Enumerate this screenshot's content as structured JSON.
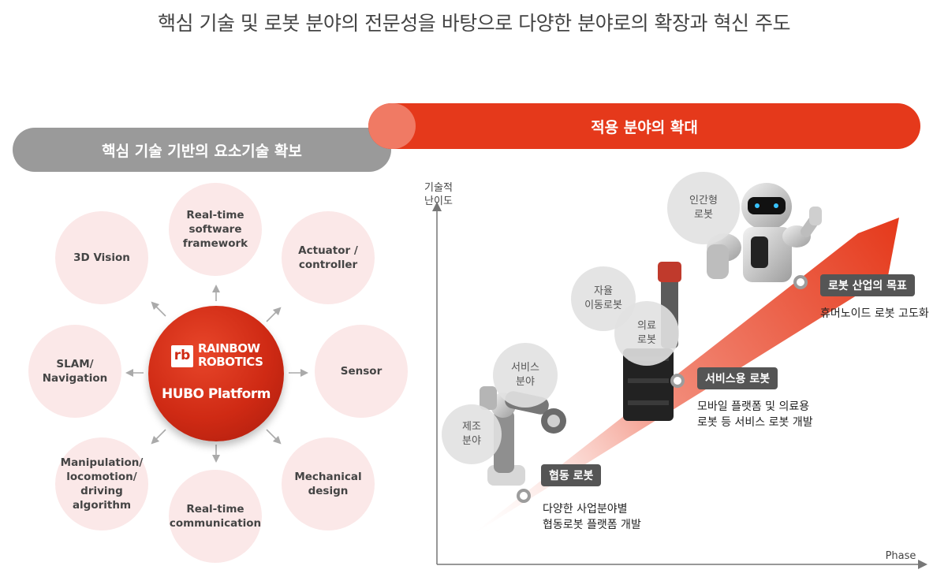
{
  "title": "핵심 기술 및 로봇 분야의 전문성을 바탕으로 다양한 분야로의 확장과 혁신 주도",
  "left_section": {
    "heading": "핵심 기술 기반의 요소기술 확보",
    "hub": {
      "logo_mark": "rb",
      "brand_line1": "RAINBOW",
      "brand_line2": "ROBOTICS",
      "platform": "HUBO Platform"
    },
    "technologies": [
      "3D Vision",
      "Real-time\nsoftware\nframework",
      "Actuator /\ncontroller",
      "SLAM/\nNavigation",
      "Sensor",
      "Manipulation/\nlocomotion/\ndriving\nalgorithm",
      "Real-time\ncommunication",
      "Mechanical\ndesign"
    ]
  },
  "right_section": {
    "heading": "적용 분야의 확대",
    "y_axis_label": "기술적\n난이도",
    "x_axis_label": "Phase",
    "application_fields": [
      "제조\n분야",
      "서비스\n분야",
      "자율\n이동로봇",
      "의료\n로봇",
      "인간형\n로봇"
    ],
    "stages": [
      {
        "name": "협동 로봇",
        "desc_line1": "다양한 사업분야별",
        "desc_line2": "협동로봇 플랫폼 개발"
      },
      {
        "name": "서비스용 로봇",
        "desc_line1": "모바일 플랫폼 및 의료용",
        "desc_line2": "로봇 등 서비스 로봇 개발"
      },
      {
        "name": "로봇 산업의 목표",
        "desc_line1": "휴머노이드 로봇 고도화",
        "desc_line2": ""
      }
    ]
  },
  "colors": {
    "accent_red": "#e5391b",
    "gray_pill": "#9a9a9a",
    "tech_circle": "#fbe8e8",
    "tag_dark": "#555555"
  }
}
